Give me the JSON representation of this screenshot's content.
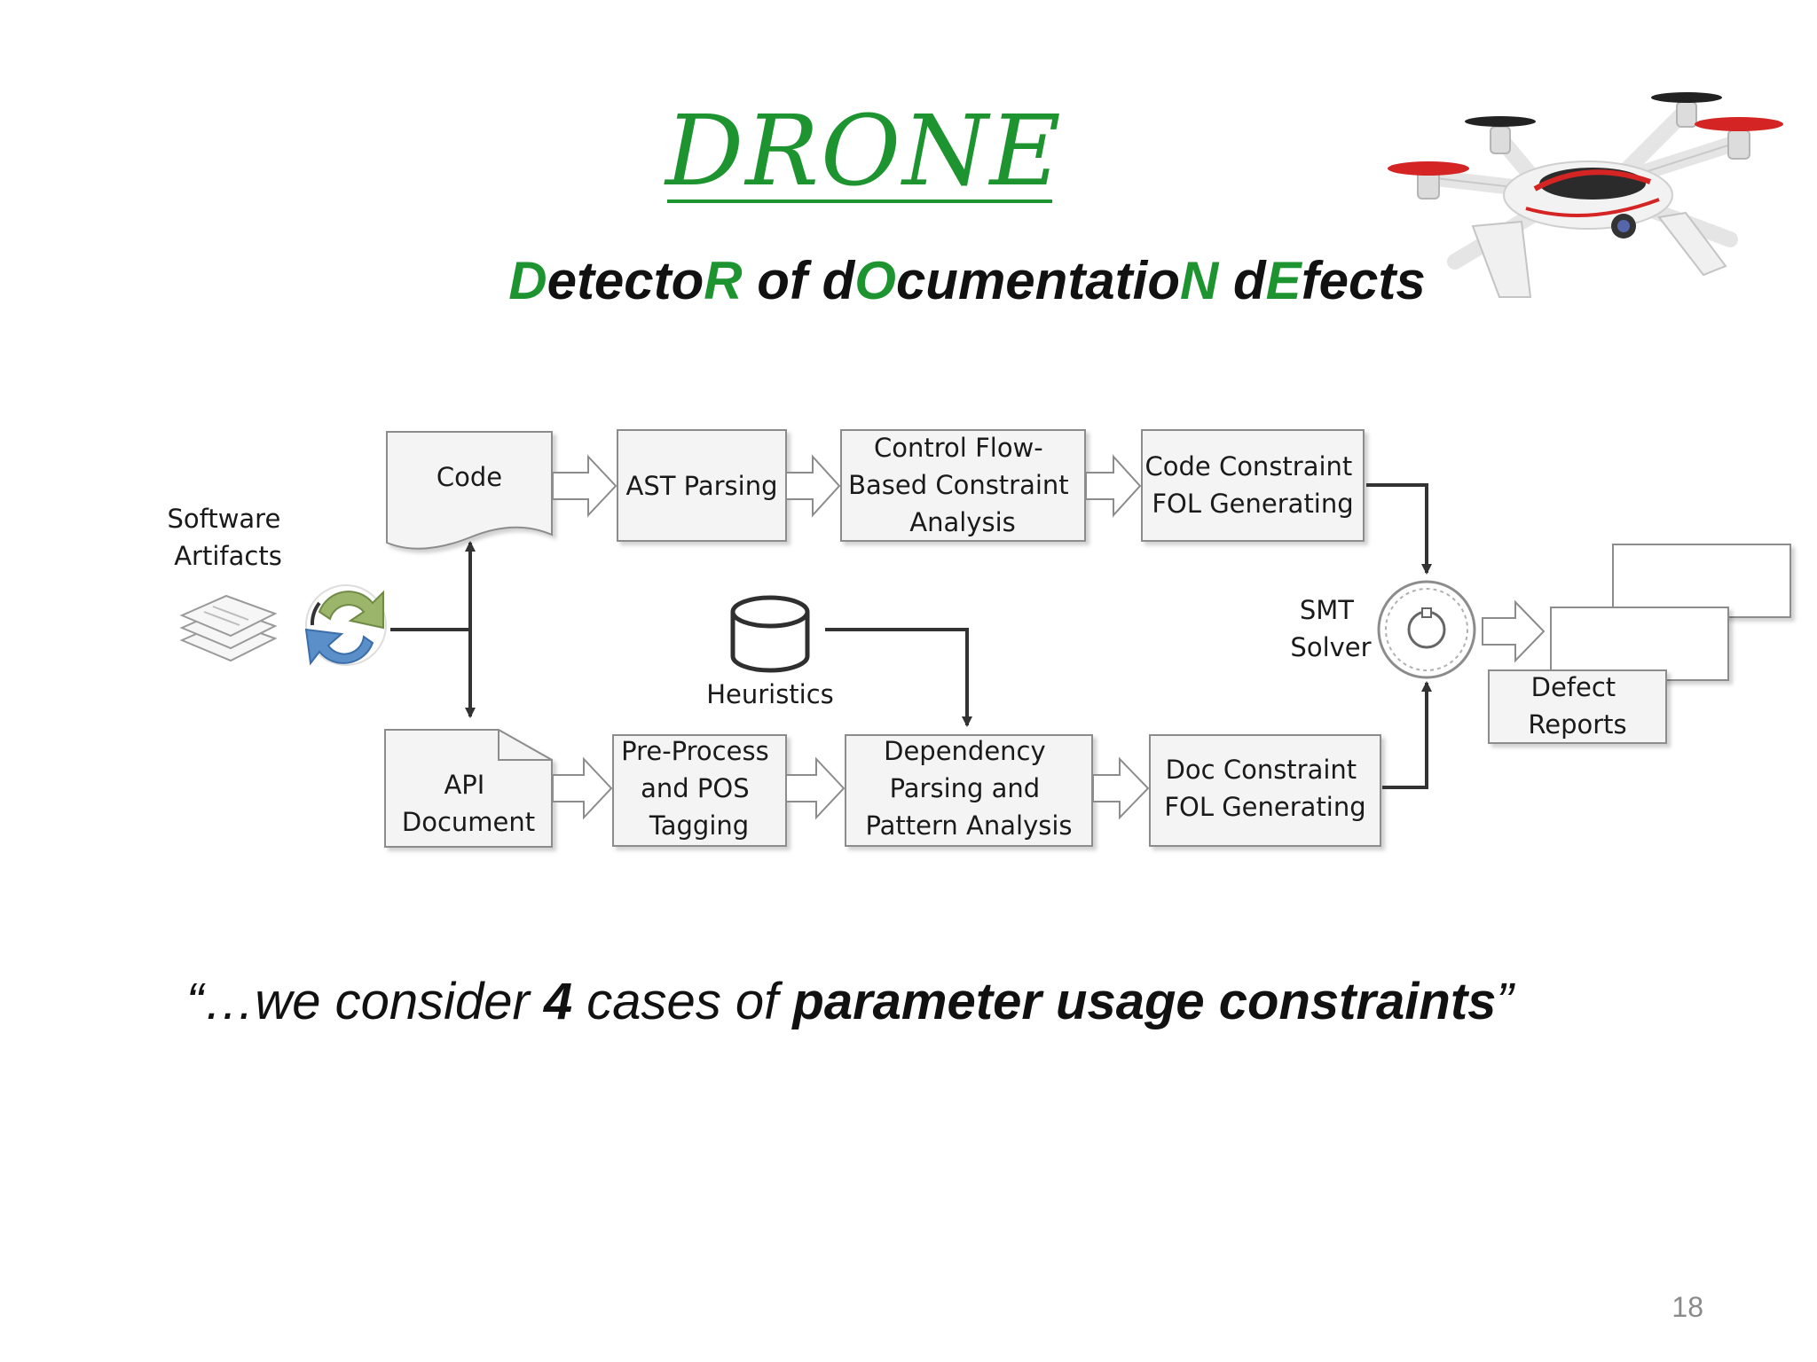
{
  "slide": {
    "title": "DRONE",
    "subtitle_parts": [
      {
        "text": "D",
        "highlight": true
      },
      {
        "text": "etecto",
        "highlight": false
      },
      {
        "text": "R",
        "highlight": true
      },
      {
        "text": " of d",
        "highlight": false
      },
      {
        "text": "O",
        "highlight": true
      },
      {
        "text": "cumentatio",
        "highlight": false
      },
      {
        "text": "N",
        "highlight": true
      },
      {
        "text": " d",
        "highlight": false
      },
      {
        "text": "E",
        "highlight": true
      },
      {
        "text": "fects",
        "highlight": false
      }
    ],
    "quote": {
      "open": "“…we consider ",
      "number": "4",
      "middle": " cases of ",
      "emphasis": "parameter usage constraints",
      "close": "”"
    },
    "page_number": "18"
  },
  "diagram": {
    "software_artifacts": [
      "Software",
      "Artifacts"
    ],
    "code": "Code",
    "api_document": [
      "API",
      "Document"
    ],
    "ast_parsing": "AST Parsing",
    "control_flow": [
      "Control Flow-",
      "Based Constraint",
      "Analysis"
    ],
    "code_constraint": [
      "Code Constraint",
      "FOL Generating"
    ],
    "heuristics": "Heuristics",
    "pre_process": [
      "Pre-Process",
      "and POS",
      "Tagging"
    ],
    "dependency": [
      "Dependency",
      "Parsing and",
      "Pattern Analysis"
    ],
    "doc_constraint": [
      "Doc Constraint",
      "FOL Generating"
    ],
    "smt_solver": [
      "SMT",
      "Solver"
    ],
    "defect_reports": [
      "Defect",
      "Reports"
    ]
  },
  "colors": {
    "accent_green": "#1e9431",
    "box_fill": "#f4f4f4",
    "box_stroke": "#8c8c8c",
    "connector": "#333333",
    "cycle_green": "#9bb56b",
    "cycle_blue": "#5a8fc9",
    "drone_red": "#d42424"
  }
}
